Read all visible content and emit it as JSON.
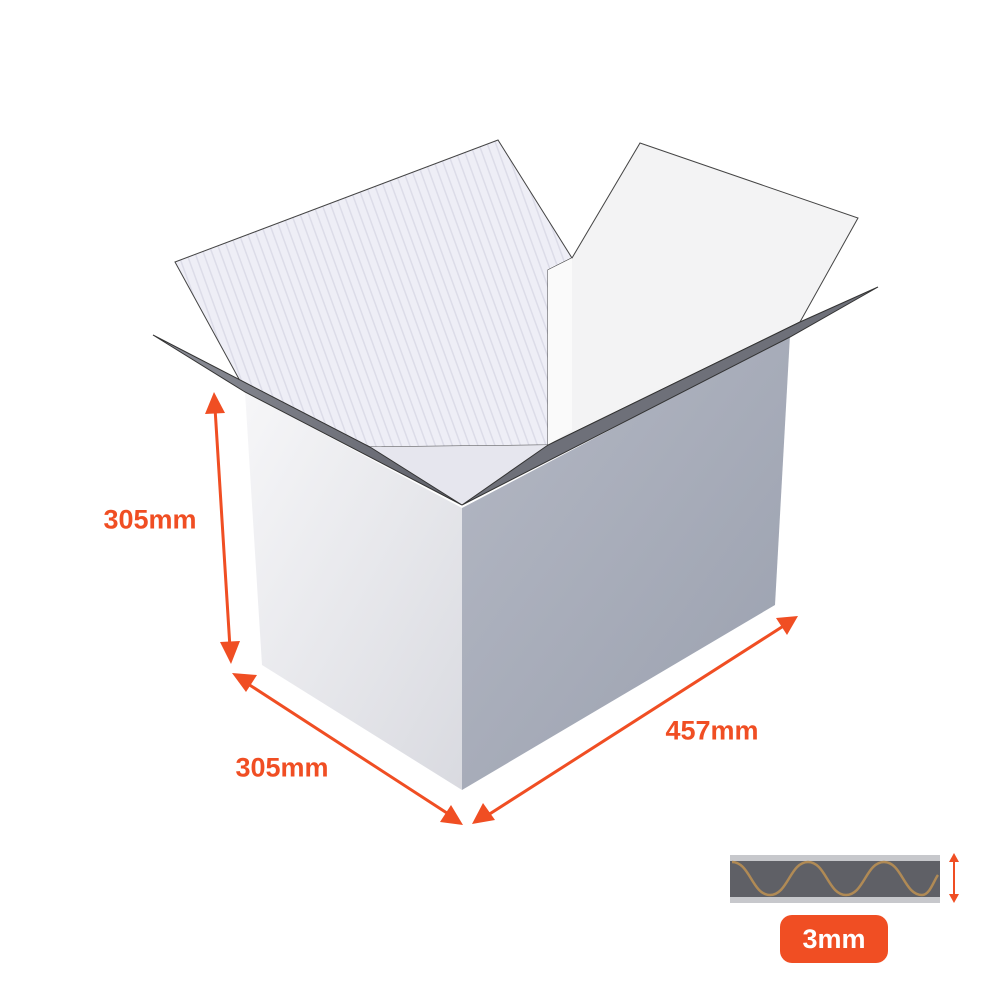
{
  "dimensions": {
    "height": "305mm",
    "width": "305mm",
    "length": "457mm"
  },
  "board_thickness": "3mm",
  "colors": {
    "accent": "#f04e23",
    "flute": "#b08a55",
    "board": "#5f6066"
  }
}
